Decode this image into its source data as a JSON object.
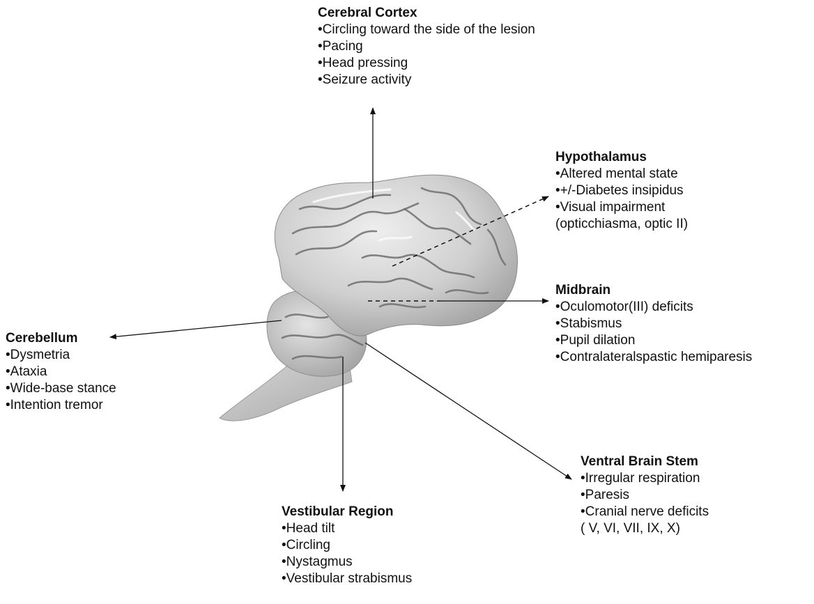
{
  "regions": [
    {
      "id": "cerebral-cortex",
      "title": "Cerebral Cortex",
      "items": [
        "•Circling toward the side of the lesion",
        "•Pacing",
        "•Head pressing",
        "•Seizure activity"
      ]
    },
    {
      "id": "hypothalamus",
      "title": "Hypothalamus",
      "items": [
        "•Altered mental state",
        "•+/-Diabetes insipidus",
        "•Visual impairment",
        "(opticchiasma, optic II)"
      ]
    },
    {
      "id": "midbrain",
      "title": "Midbrain",
      "items": [
        "•Oculomotor(III) deficits",
        "•Stabismus",
        "•Pupil dilation",
        "•Contralateralspastic hemiparesis"
      ]
    },
    {
      "id": "cerebellum",
      "title": "Cerebellum",
      "items": [
        "•Dysmetria",
        "•Ataxia",
        "•Wide-base stance",
        "•Intention tremor"
      ]
    },
    {
      "id": "ventral-brain-stem",
      "title": "Ventral Brain Stem",
      "items": [
        "•Irregular respiration",
        "•Paresis",
        "•Cranial nerve deficits",
        "( V, VI, VII, IX, X)"
      ]
    },
    {
      "id": "vestibular-region",
      "title": "Vestibular Region",
      "items": [
        "•Head tilt",
        "•Circling",
        "•Nystagmus",
        "•Vestibular strabismus"
      ]
    }
  ],
  "colors": {
    "text": "#111111",
    "arrow": "#111111",
    "brain_fill": "#c9c9c9",
    "brain_shadow": "#8c8c8c"
  }
}
